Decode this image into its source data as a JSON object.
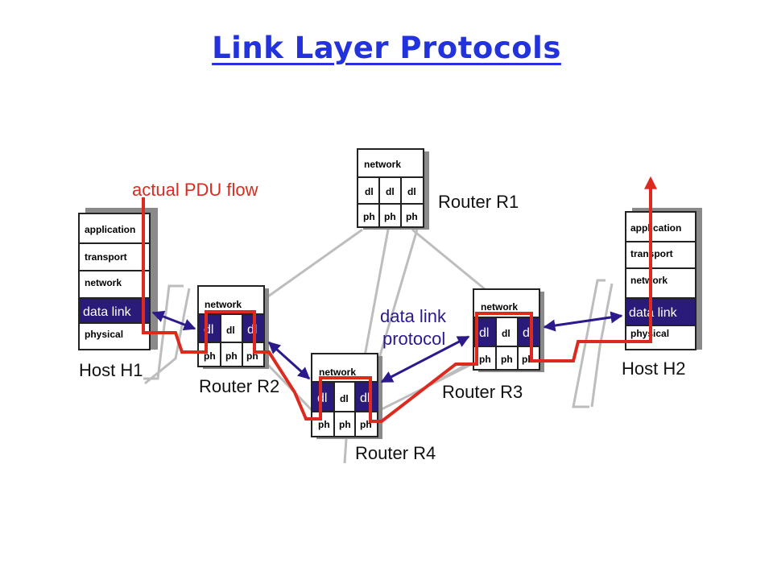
{
  "title": "Link Layer Protocols",
  "colors": {
    "title": "#2233dd",
    "pdu_flow": "#dd2a1f",
    "protocol_arrow": "#2a1a8c",
    "data_link_fill": "#2a1a7a",
    "link_line": "#bdbdbd",
    "box_shadow": "#8a8a8a"
  },
  "annotations": {
    "pdu_flow": "actual PDU flow",
    "protocol_line1": "data link",
    "protocol_line2": "protocol"
  },
  "hosts": {
    "h1": {
      "name": "Host H1",
      "layers": [
        "application",
        "transport",
        "network",
        "data link",
        "physical"
      ]
    },
    "h2": {
      "name": "Host H2",
      "layers": [
        "application",
        "transport",
        "network",
        "data link",
        "physical"
      ]
    }
  },
  "routers": {
    "r1": {
      "name": "Router R1",
      "top": "network",
      "dl": [
        "dl",
        "dl",
        "dl"
      ],
      "ph": [
        "ph",
        "ph",
        "ph"
      ]
    },
    "r2": {
      "name": "Router R2",
      "top": "network",
      "dl": [
        "dl",
        "dl",
        "dl"
      ],
      "ph": [
        "ph",
        "ph",
        "ph"
      ]
    },
    "r3": {
      "name": "Router R3",
      "top": "network",
      "dl": [
        "dl",
        "dl",
        "dl"
      ],
      "ph": [
        "ph",
        "ph",
        "ph"
      ]
    },
    "r4": {
      "name": "Router R4",
      "top": "network",
      "dl": [
        "dl",
        "dl",
        "dl"
      ],
      "ph": [
        "ph",
        "ph",
        "ph"
      ]
    }
  }
}
